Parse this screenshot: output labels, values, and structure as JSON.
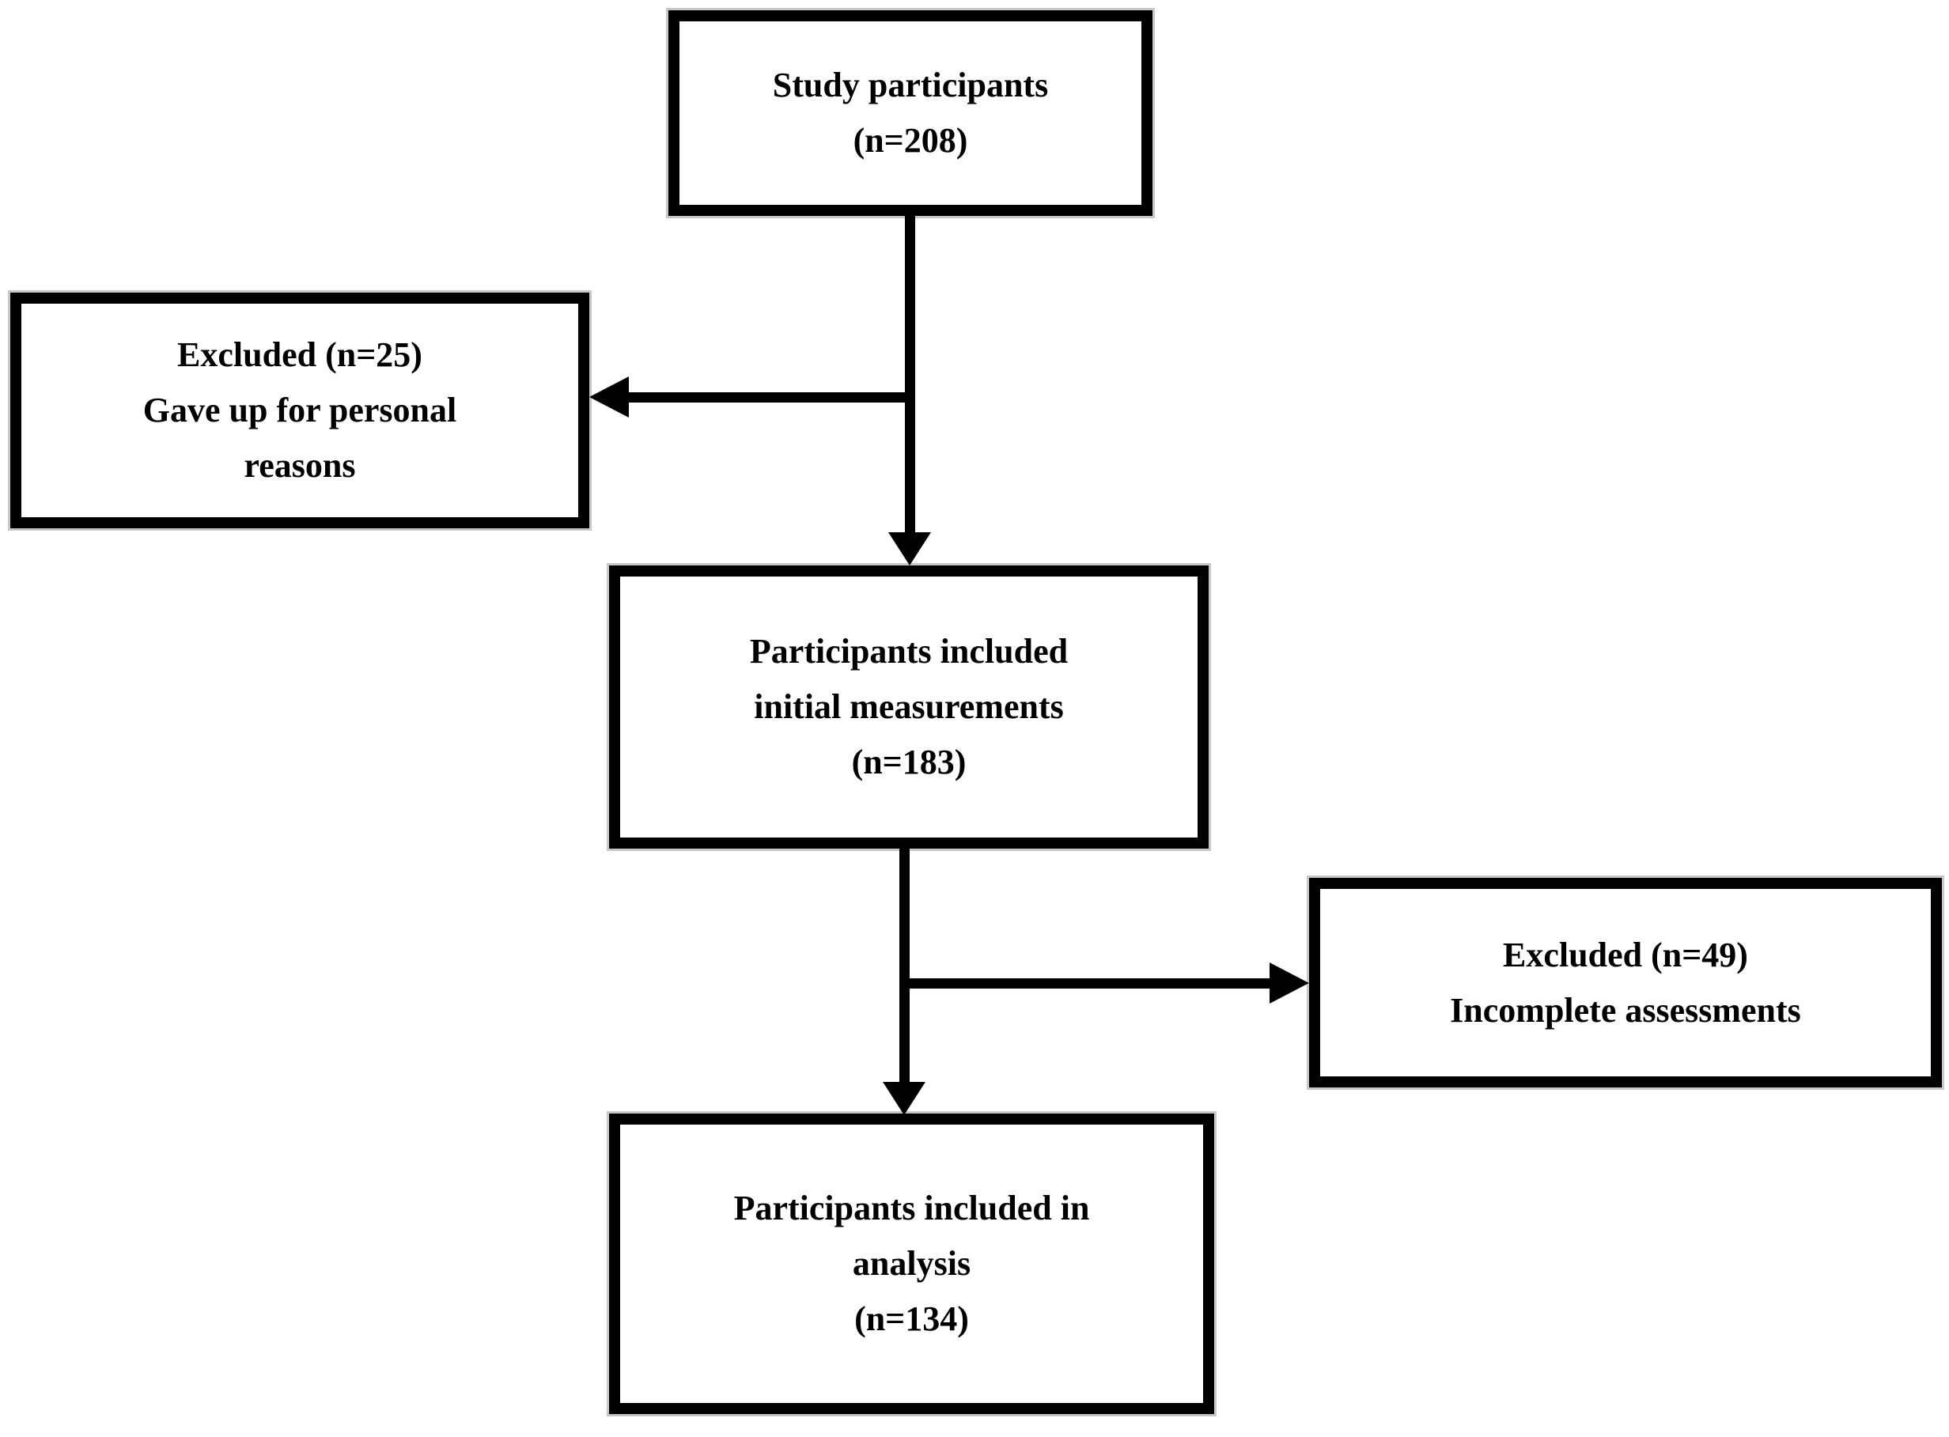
{
  "diagram": {
    "kind": "participant-flow-chart",
    "boxes": [
      {
        "name": "study-participants",
        "n": 208,
        "lines": [
          "Study participants",
          "(n=208)"
        ]
      },
      {
        "name": "excluded-personal",
        "n": 25,
        "lines": [
          "Excluded (n=25)",
          "Gave up for personal",
          "reasons"
        ]
      },
      {
        "name": "initial-measurements",
        "n": 183,
        "lines": [
          "Participants included",
          "initial measurements",
          "(n=183)"
        ]
      },
      {
        "name": "excluded-incomplete",
        "n": 49,
        "lines": [
          "Excluded (n=49)",
          "Incomplete assessments"
        ]
      },
      {
        "name": "included-in-analysis",
        "n": 134,
        "lines": [
          "Participants included in",
          "analysis",
          "(n=134)"
        ]
      }
    ],
    "arrows": [
      {
        "from": "study-participants",
        "to": "initial-measurements",
        "direction": "down"
      },
      {
        "from": "study-participants",
        "to": "excluded-personal",
        "direction": "left"
      },
      {
        "from": "initial-measurements",
        "to": "included-in-analysis",
        "direction": "down"
      },
      {
        "from": "initial-measurements",
        "to": "excluded-incomplete",
        "direction": "right"
      }
    ],
    "colors": {
      "ink": "#000000",
      "paper": "#ffffff",
      "text": "#000000"
    }
  }
}
